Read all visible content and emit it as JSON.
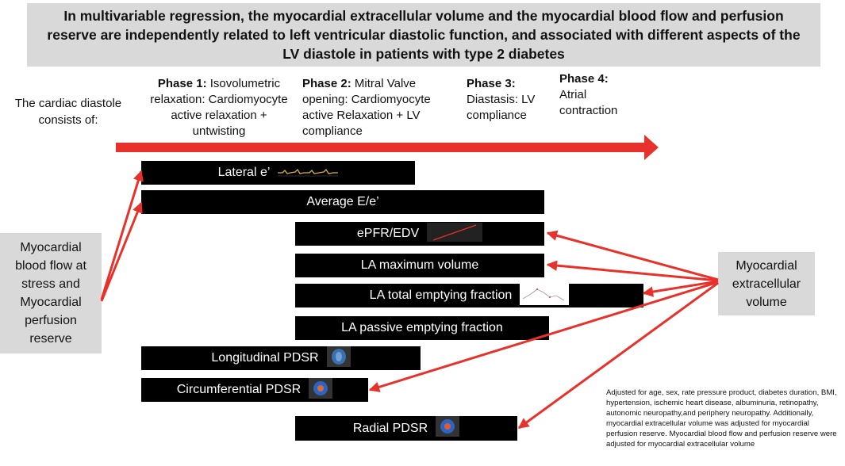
{
  "title": "In multivariable regression, the myocardial extracellular volume and the myocardial blood flow and perfusion reserve are independently related to left ventricular diastolic function, and associated with different aspects of the LV diastole in patients with type 2 diabetes",
  "intro": "The cardiac diastole consists of:",
  "phases": [
    {
      "label": "Phase 1:",
      "text": "Isovolumetric relaxation: Cardiomyocyte active relaxation + untwisting"
    },
    {
      "label": "Phase 2:",
      "text": "Mitral Valve opening: Cardiomyocyte active Relaxation + LV compliance"
    },
    {
      "label": "Phase 3:",
      "text": "Diastasis: LV compliance"
    },
    {
      "label": "Phase 4:",
      "text": "Atrial contraction"
    }
  ],
  "measures": {
    "lateral_e": "Lateral e’",
    "average_ee": "Average E/e’",
    "epfr_edv": "ePFR/EDV",
    "la_max_volume": "LA maximum volume",
    "la_total_emptying": "LA total emptying fraction",
    "la_passive_emptying": "LA passive emptying fraction",
    "longitudinal_pdsr": "Longitudinal PDSR",
    "circumferential_pdsr": "Circumferential PDSR",
    "radial_pdsr": "Radial PDSR"
  },
  "left_factor": "Myocardial blood flow at stress and Myocardial perfusion reserve",
  "right_factor": "Myocardial extracellular volume",
  "footnote": "Adjusted for age, sex, rate pressure product, diabetes duration, BMI, hypertension, ischemic heart disease, albuminuria, retinopathy, autonomic neuropathy,and periphery neuropathy. Additionally, myocardial extracellular volume was adjusted for myocardial perfusion reserve. Myocardial blood flow and perfusion reserve were adjusted for myocardial extracellular volume",
  "colors": {
    "arrow": "#e8312a",
    "box_gray": "#d9d9d9",
    "bar": "#000000"
  }
}
